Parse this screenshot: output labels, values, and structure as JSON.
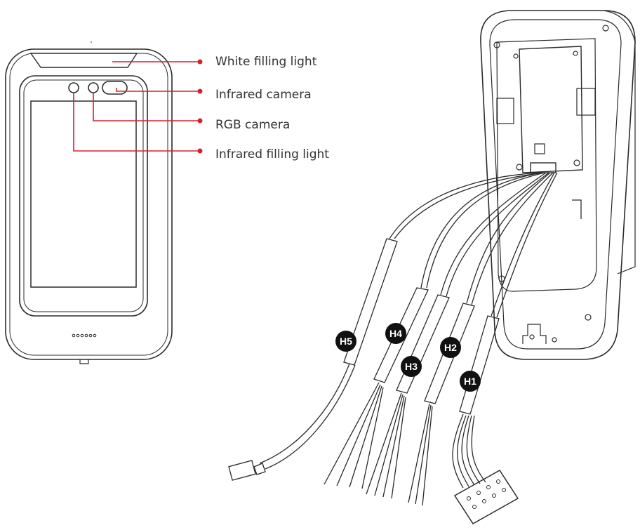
{
  "callouts": [
    {
      "id": "white-filling-light",
      "label": "White filling light"
    },
    {
      "id": "infrared-camera",
      "label": "Infrared camera"
    },
    {
      "id": "rgb-camera",
      "label": "RGB camera"
    },
    {
      "id": "infrared-filling-light",
      "label": "Infrared filling light"
    }
  ],
  "harness_labels": [
    "H1",
    "H2",
    "H3",
    "H4",
    "H5"
  ],
  "colors": {
    "accent": "#d7202e",
    "line": "#2b2b2b",
    "background": "#ffffff"
  }
}
